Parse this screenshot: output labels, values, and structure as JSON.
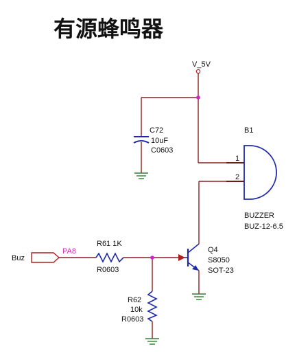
{
  "title": "有源蜂鸣器",
  "colors": {
    "wire_red": "#8b1e1e",
    "wire_dark": "#6b1a1a",
    "junction": "#d11fd1",
    "component_blue": "#1f2aa8",
    "port_red": "#b21f1f",
    "net_label": "#d12bbf",
    "text": "#111111",
    "ground_green": "#2e7d32"
  },
  "labels": {
    "vcc": "V_5V",
    "c72_ref": "C72",
    "c72_value": "10uF",
    "c72_package": "C0603",
    "b1_ref": "B1",
    "pin1": "1",
    "pin2": "2",
    "buzzer_name": "BUZZER",
    "buzzer_package": "BUZ-12-6.5",
    "q4_ref": "Q4",
    "q4_part": "S8050",
    "q4_package": "SOT-23",
    "r61_ref": "R61 1K",
    "r61_package": "R0603",
    "r62_ref": "R62",
    "r62_value": "10k",
    "r62_package": "R0603",
    "port": "Buz",
    "net": "PA8"
  }
}
